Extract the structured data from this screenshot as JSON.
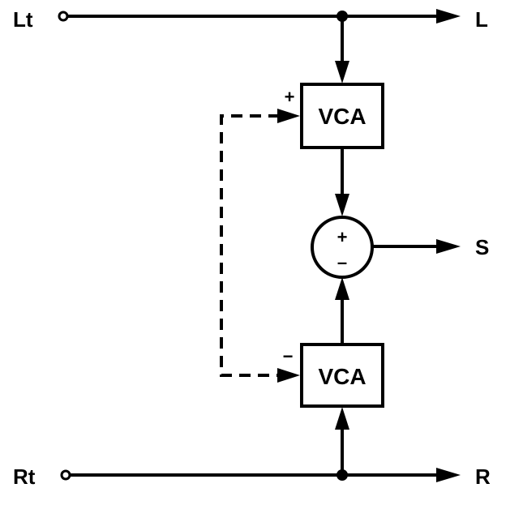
{
  "terminals": {
    "lt": "Lt",
    "rt": "Rt",
    "l": "L",
    "r": "R",
    "s": "S"
  },
  "vca_top": {
    "label": "VCA",
    "sign": "+"
  },
  "vca_bottom": {
    "label": "VCA",
    "sign": "−"
  },
  "summer": {
    "plus": "+",
    "minus": "–"
  }
}
